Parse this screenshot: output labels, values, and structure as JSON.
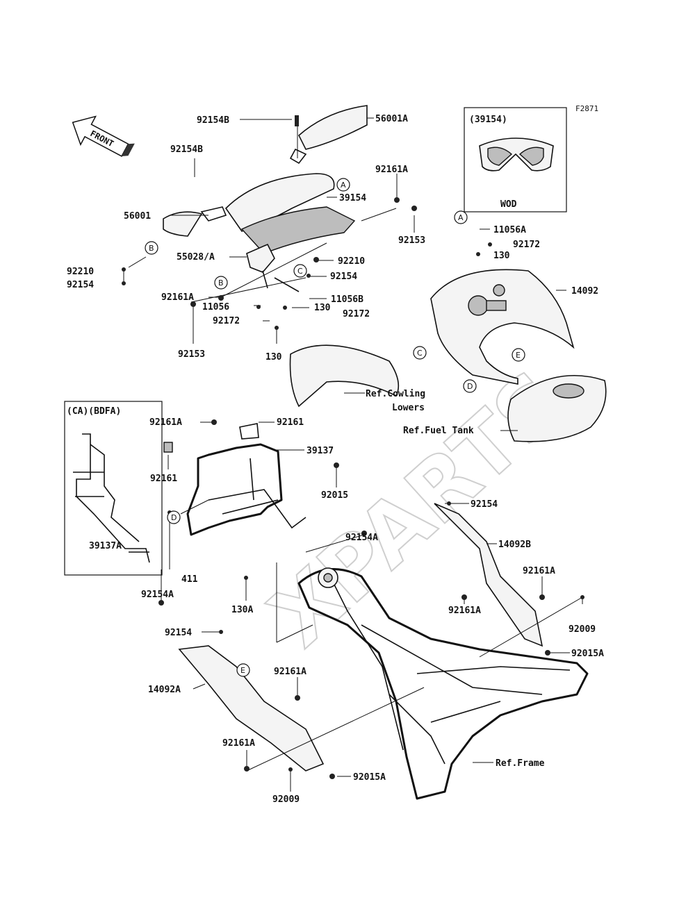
{
  "diagram_id": "F2871",
  "front_arrow_label": "FRONT",
  "watermark": "XPARTS",
  "inset_wod": {
    "code": "(39154)",
    "caption": "WOD"
  },
  "inset_ca": {
    "title": "(CA)(BDFA)",
    "part": "39137A"
  },
  "callouts": {
    "a": "A",
    "b": "B",
    "c": "C",
    "d": "D",
    "e": "E"
  },
  "labels": {
    "p92154B_top": "92154B",
    "p56001A": "56001A",
    "p92154B_left": "92154B",
    "p39154": "39154",
    "p92161A_top": "92161A",
    "p56001": "56001",
    "p92153_right": "92153",
    "p11056A": "11056A",
    "p92172_right": "92172",
    "p130_right": "130",
    "p92210_left": "92210",
    "p92154_left": "92154",
    "p55028A": "55028/A",
    "p92210_mid": "92210",
    "p92154_mid": "92154",
    "p92161A_mid": "92161A",
    "p11056B": "11056B",
    "p92172_mid": "92172",
    "p14092": "14092",
    "p11056": "11056",
    "p130_mid": "130",
    "p92172_low": "92172",
    "p92153_low": "92153",
    "p130_low": "130",
    "ref_cowling": "Ref.Cowling",
    "ref_cowling2": "Lowers",
    "ref_fuel": "Ref.Fuel Tank",
    "p92161A_stay": "92161A",
    "p92161_stay": "92161",
    "p39137": "39137",
    "p92161_left": "92161",
    "p92015": "92015",
    "p92154_r": "92154",
    "p92154A_mid": "92154A",
    "p14092B": "14092B",
    "p411": "411",
    "p92154A_low": "92154A",
    "p130A": "130A",
    "p92161A_r1": "92161A",
    "p92161A_r2": "92161A",
    "p92009_r": "92009",
    "p92015A_r": "92015A",
    "p92154_low": "92154",
    "p14092A": "14092A",
    "p92161A_low1": "92161A",
    "p92161A_low2": "92161A",
    "p92015A_low": "92015A",
    "p92009_low": "92009",
    "ref_frame": "Ref.Frame"
  }
}
